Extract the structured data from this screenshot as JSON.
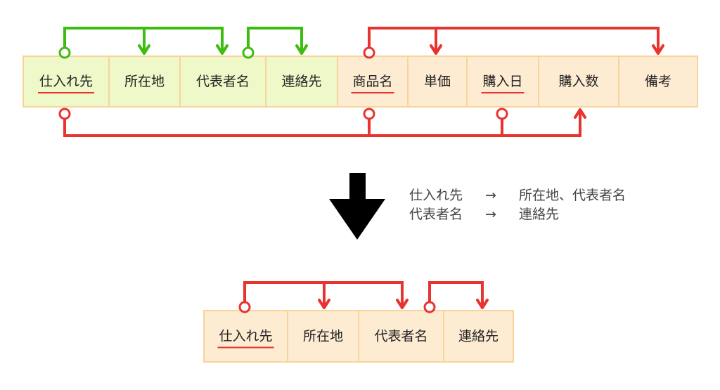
{
  "colors": {
    "green_fill": "#eef8c8",
    "orange_fill": "#fdebd2",
    "cell_border": "#f7d49a",
    "green_line": "#3cbd10",
    "red_line": "#e8332f",
    "key_underline": "#e8332f",
    "big_arrow": "#000000"
  },
  "top_table": {
    "columns": [
      {
        "label": "仕入れ先",
        "group": "green",
        "key": true
      },
      {
        "label": "所在地",
        "group": "green",
        "key": false
      },
      {
        "label": "代表者名",
        "group": "green",
        "key": false
      },
      {
        "label": "連絡先",
        "group": "green",
        "key": false
      },
      {
        "label": "商品名",
        "group": "orange",
        "key": true
      },
      {
        "label": "単価",
        "group": "orange",
        "key": false
      },
      {
        "label": "購入日",
        "group": "orange",
        "key": true
      },
      {
        "label": "購入数",
        "group": "orange",
        "key": false
      },
      {
        "label": "備考",
        "group": "orange",
        "key": false
      }
    ]
  },
  "bottom_table": {
    "columns": [
      {
        "label": "仕入れ先",
        "key": true
      },
      {
        "label": "所在地",
        "key": false
      },
      {
        "label": "代表者名",
        "key": false
      },
      {
        "label": "連絡先",
        "key": false
      }
    ]
  },
  "dependencies_caption": [
    {
      "from": "仕入れ先",
      "arrow": "→",
      "to": "所在地、代表者名"
    },
    {
      "from": "代表者名",
      "arrow": "→",
      "to": "連絡先"
    }
  ]
}
